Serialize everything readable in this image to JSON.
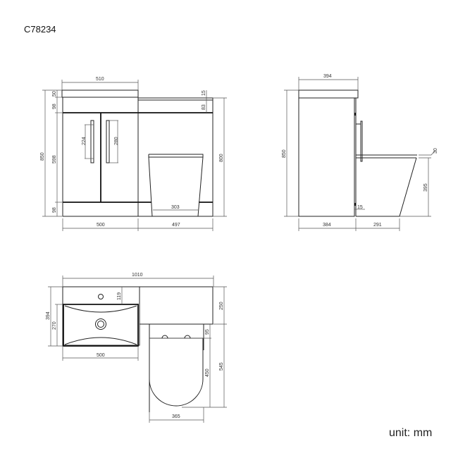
{
  "product_code": "C78234",
  "unit_label": "unit: mm",
  "front_view": {
    "overall_width": "510",
    "overall_height": "850",
    "top_thickness": "50",
    "top_rail": "98",
    "door_height": "598",
    "plinth": "98",
    "handle_left": "224",
    "handle_right": "280",
    "wc_unit_top": "15",
    "wc_unit_rail": "83",
    "wc_unit_height": "800",
    "pan_base": "303",
    "vanity_width": "500",
    "wc_unit_width": "497"
  },
  "side_view": {
    "top_depth": "394",
    "height": "850",
    "cabinet_depth": "384",
    "pan_projection": "291",
    "pan_height": "395",
    "seat_thickness": "30",
    "panel_gap": "15"
  },
  "plan_view": {
    "overall_width": "1010",
    "overall_depth": "394",
    "basin_depth": "270",
    "tap_offset": "119",
    "basin_width": "500",
    "wc_unit_depth": "250",
    "seat_gap": "95",
    "pan_length": "545",
    "seat_length": "450",
    "pan_width": "365"
  }
}
